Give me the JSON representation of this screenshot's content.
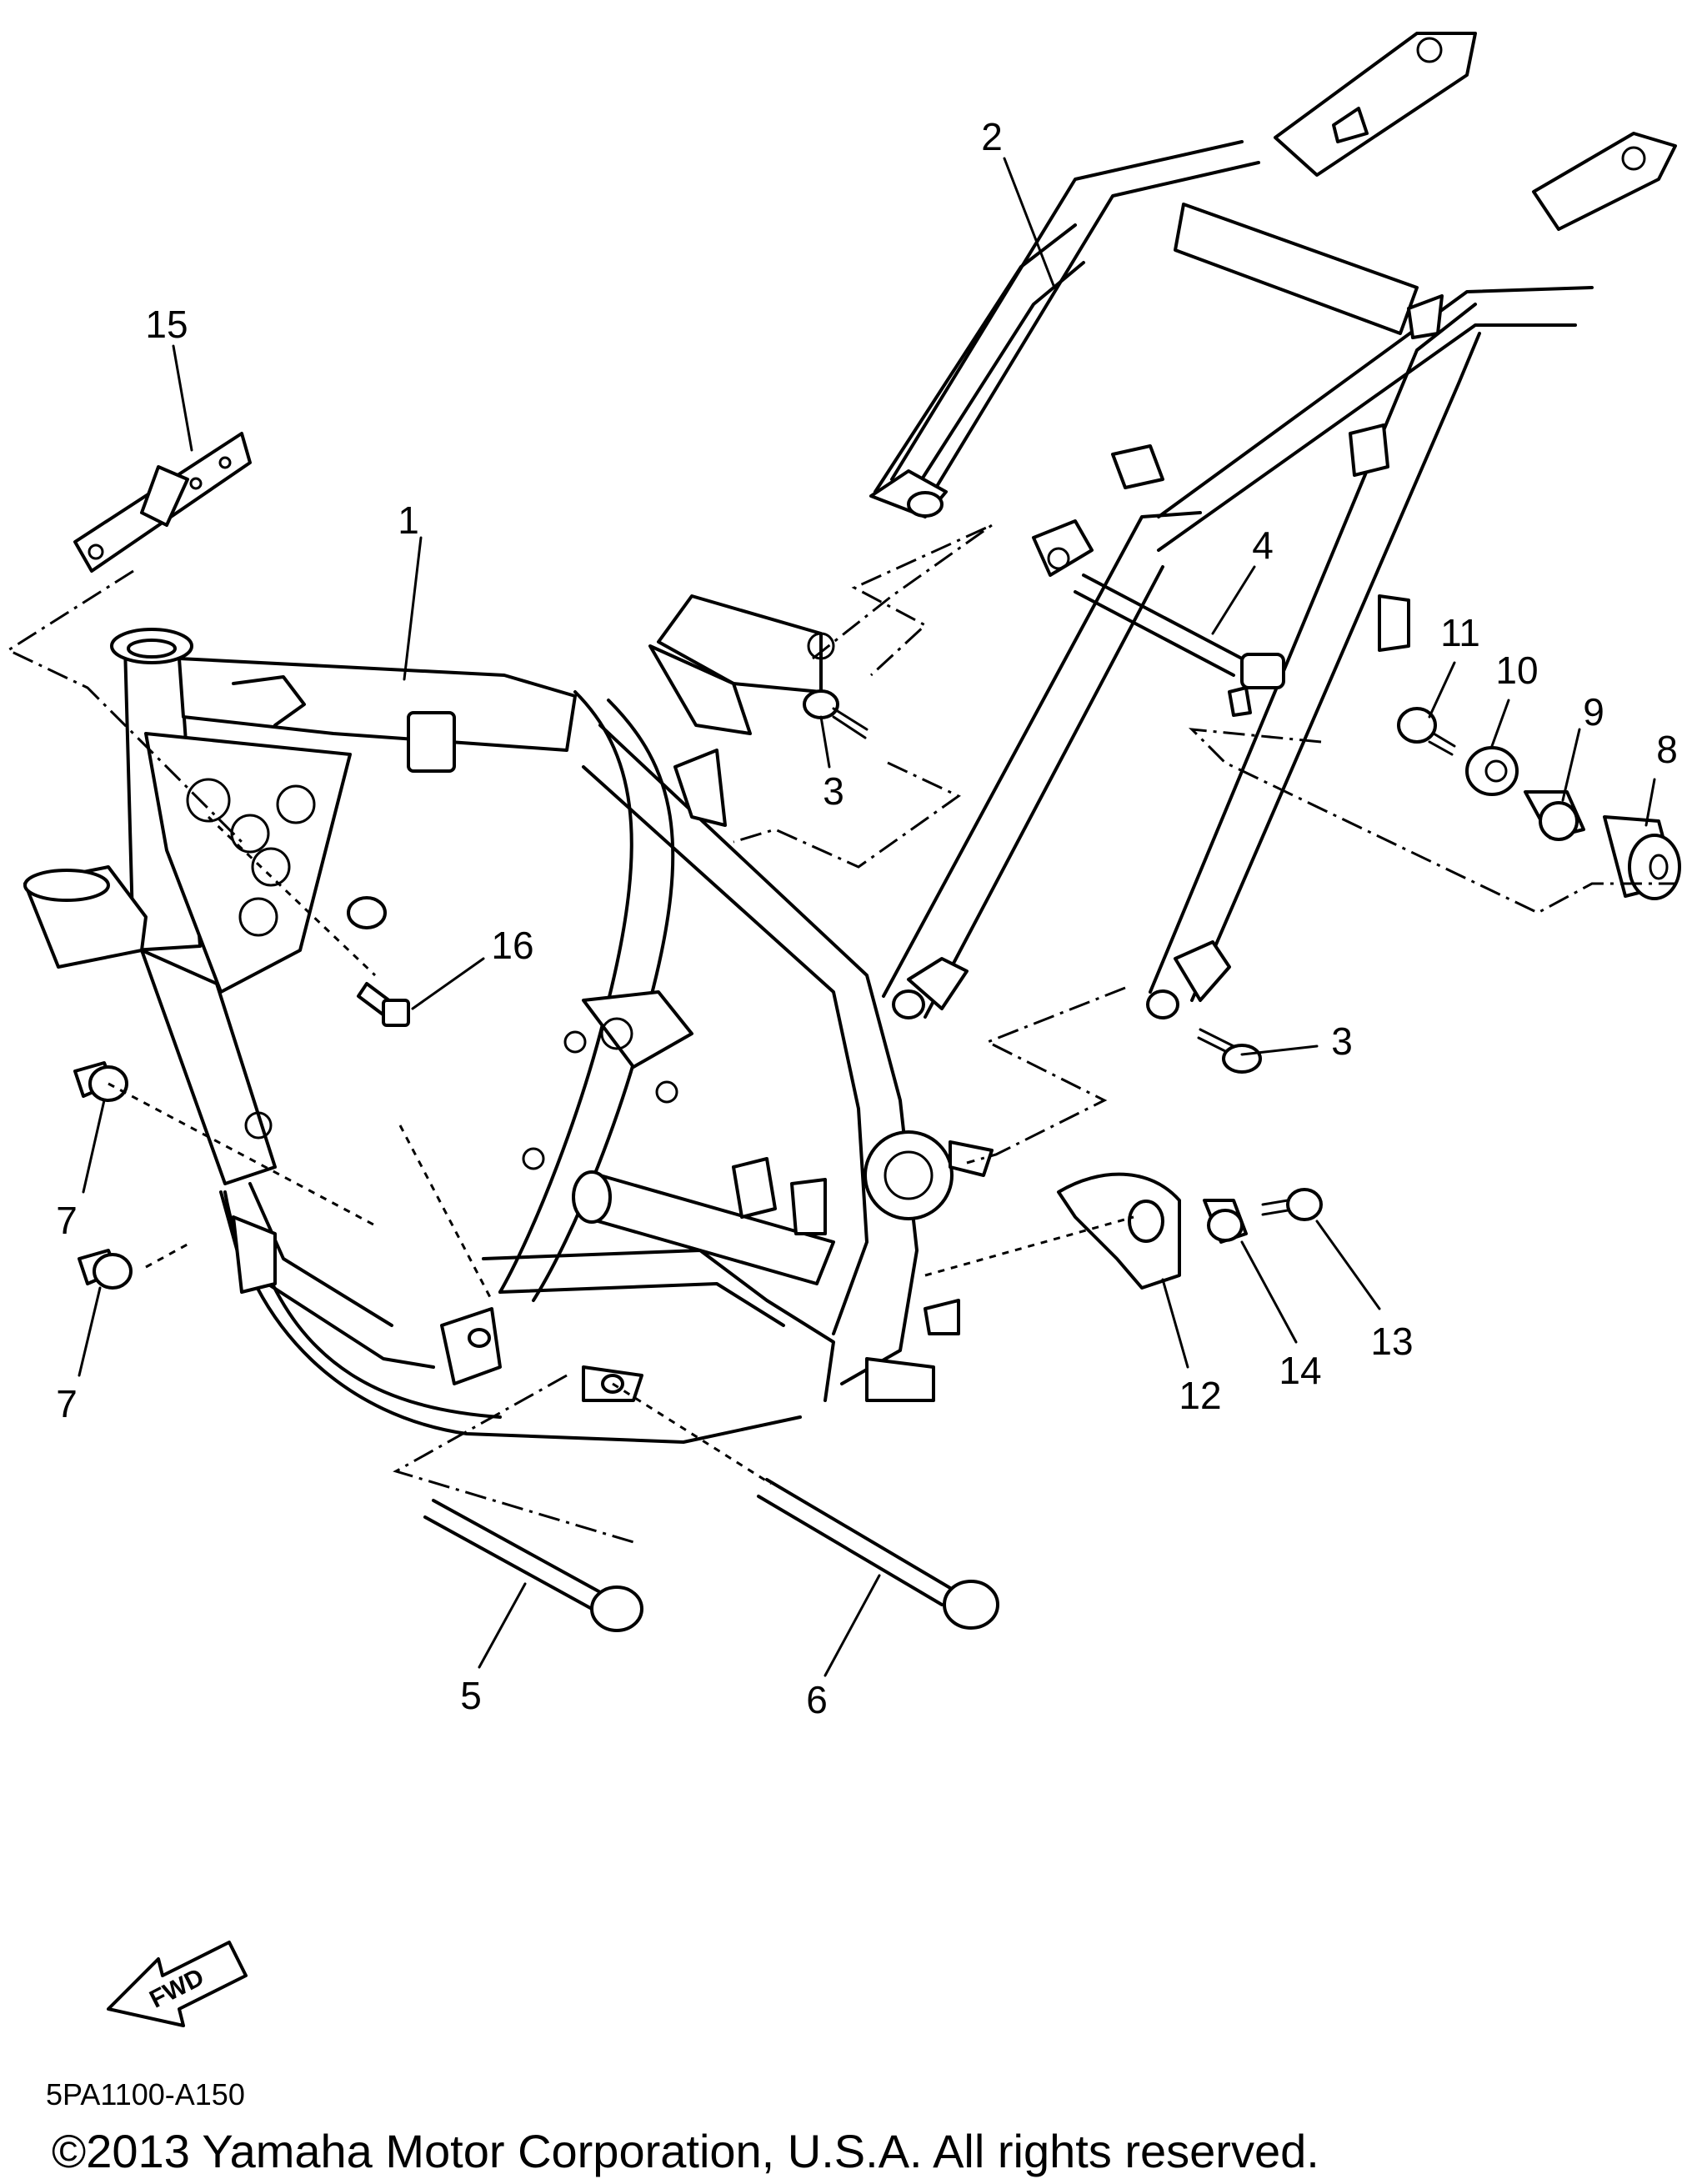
{
  "callouts": [
    {
      "key": "c1",
      "label": "1"
    },
    {
      "key": "c2",
      "label": "2"
    },
    {
      "key": "c3a",
      "label": "3"
    },
    {
      "key": "c3b",
      "label": "3"
    },
    {
      "key": "c4",
      "label": "4"
    },
    {
      "key": "c5",
      "label": "5"
    },
    {
      "key": "c6",
      "label": "6"
    },
    {
      "key": "c7a",
      "label": "7"
    },
    {
      "key": "c7b",
      "label": "7"
    },
    {
      "key": "c8",
      "label": "8"
    },
    {
      "key": "c9",
      "label": "9"
    },
    {
      "key": "c10",
      "label": "10"
    },
    {
      "key": "c11",
      "label": "11"
    },
    {
      "key": "c12",
      "label": "12"
    },
    {
      "key": "c13",
      "label": "13"
    },
    {
      "key": "c14",
      "label": "14"
    },
    {
      "key": "c15",
      "label": "15"
    },
    {
      "key": "c16",
      "label": "16"
    }
  ],
  "fwd_arrow_label": "FWD",
  "diagram_code": "5PA1100-A150",
  "copyright": "©2013 Yamaha Motor Corporation, U.S.A. All rights reserved."
}
